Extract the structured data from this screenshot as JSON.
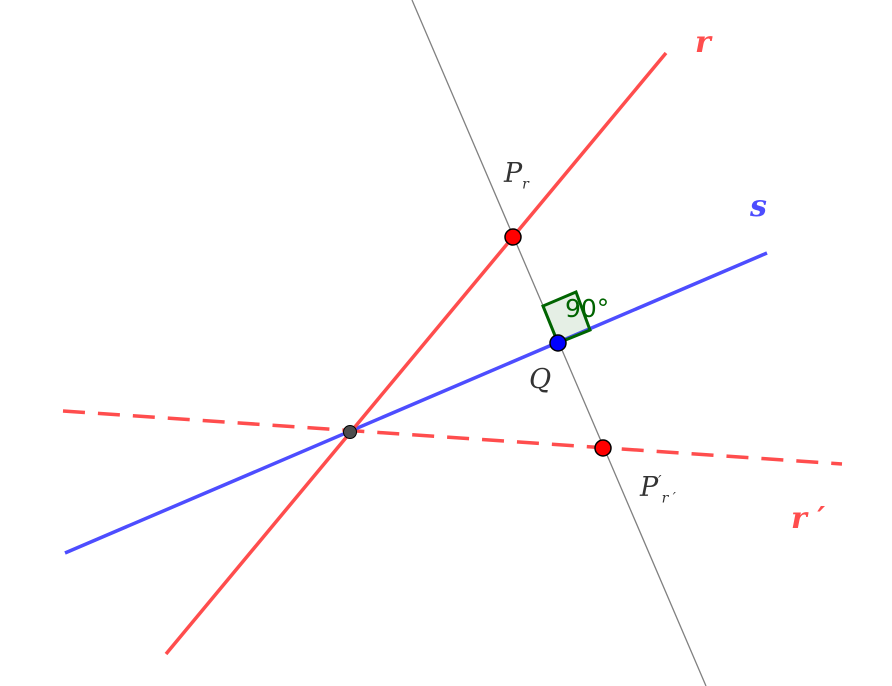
{
  "colors": {
    "line_r": "#ff4d4d",
    "line_s": "#4d4dff",
    "perpendicular": "#808080",
    "point_red": "#ff0000",
    "point_blue": "#0000ff",
    "point_dark": "#4d4d4d",
    "angle_green": "#006400"
  },
  "labels": {
    "r": "r",
    "s": "s",
    "r_prime": "r ′",
    "pr_main": "P",
    "pr_sub": "r",
    "q": "Q",
    "prp_main": "P",
    "prp_sup": "′",
    "prp_sub": "r ′",
    "angle": "90°"
  }
}
